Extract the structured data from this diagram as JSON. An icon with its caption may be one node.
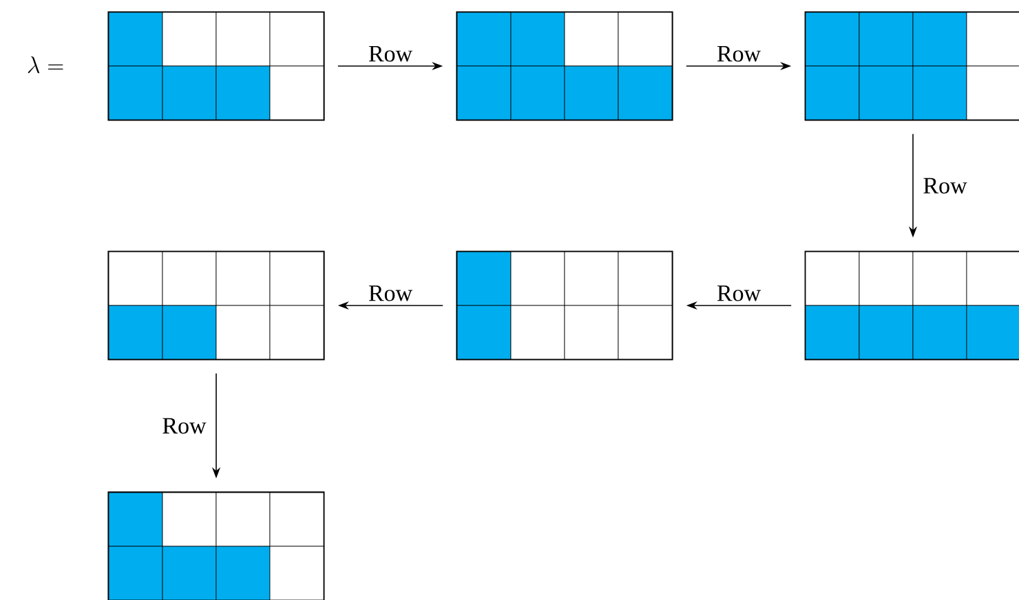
{
  "diagram": {
    "nodes": [
      {
        "text": [],
        "shape": "grid"
      },
      {
        "text": [],
        "shape": "grid"
      },
      {
        "text": [],
        "shape": "grid"
      },
      {
        "text": [],
        "shape": "grid"
      },
      {
        "text": [],
        "shape": "grid"
      },
      {
        "text": [],
        "shape": "grid"
      },
      {
        "text": [],
        "shape": "grid"
      }
    ],
    "edges": [
      {
        "from": 0,
        "to": 1,
        "arrow": "to",
        "label": "Row"
      },
      {
        "from": 1,
        "to": 2,
        "arrow": "to",
        "label": "Row"
      },
      {
        "from": 2,
        "to": 3,
        "arrow": "to",
        "label": "Row"
      },
      {
        "from": 3,
        "to": 4,
        "arrow": "to",
        "label": "Row"
      },
      {
        "from": 4,
        "to": 5,
        "arrow": "to",
        "label": "Row"
      },
      {
        "from": 5,
        "to": 6,
        "arrow": "to",
        "label": "Row"
      }
    ],
    "labels": [
      "\\lambda ="
    ]
  }
}
